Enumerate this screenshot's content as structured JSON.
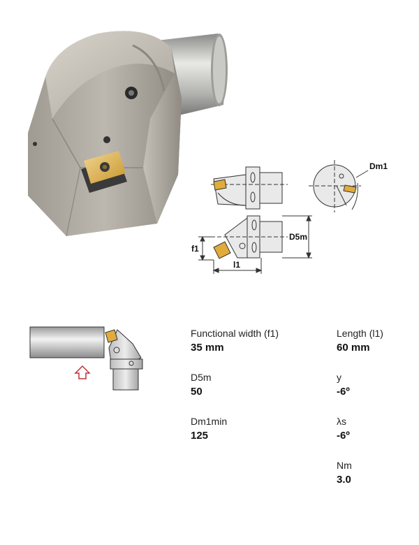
{
  "drawing": {
    "dm1": "Dm1",
    "d5m": "D5m",
    "f1": "f1",
    "l1": "l1"
  },
  "specs": {
    "functional_width": {
      "label": "Functional width (f1)",
      "value": "35 mm"
    },
    "length": {
      "label": "Length (l1)",
      "value": "60 mm"
    },
    "d5m": {
      "label": "D5m",
      "value": "50"
    },
    "y": {
      "label": "y",
      "value": "-6º"
    },
    "dm1min": {
      "label": "Dm1min",
      "value": "125"
    },
    "lambda_s": {
      "label": "λs",
      "value": "-6º"
    },
    "nm": {
      "label": "Nm",
      "value": "3.0"
    }
  },
  "colors": {
    "insert_gold": "#e1ac3c",
    "steel": "#b9b6ae",
    "arrow_red": "#c0303a"
  }
}
